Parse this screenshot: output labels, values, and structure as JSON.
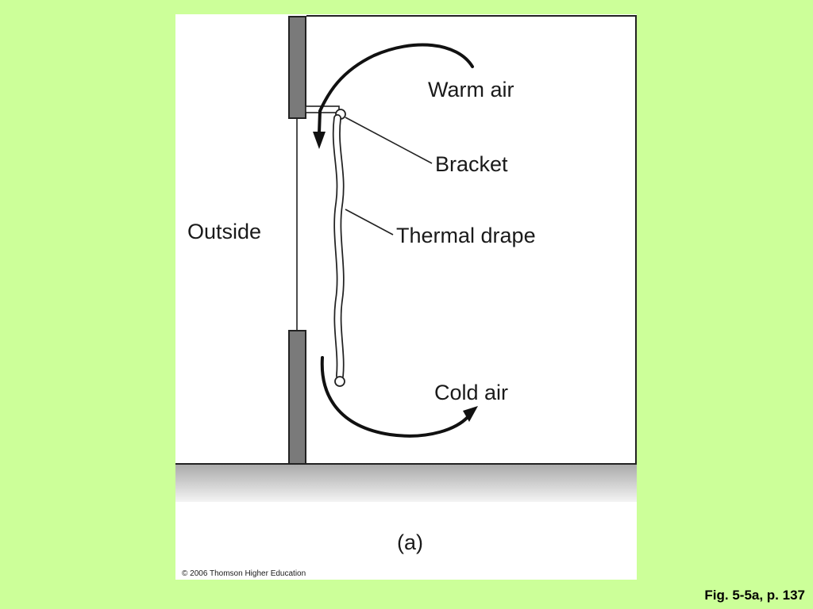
{
  "diagram": {
    "labels": {
      "warm_air": "Warm air",
      "bracket": "Bracket",
      "outside": "Outside",
      "thermal_drape": "Thermal drape",
      "cold_air": "Cold air"
    },
    "panel_label": "(a)",
    "copyright": "© 2006 Thomson Higher Education"
  },
  "caption": "Fig. 5-5a, p. 137"
}
